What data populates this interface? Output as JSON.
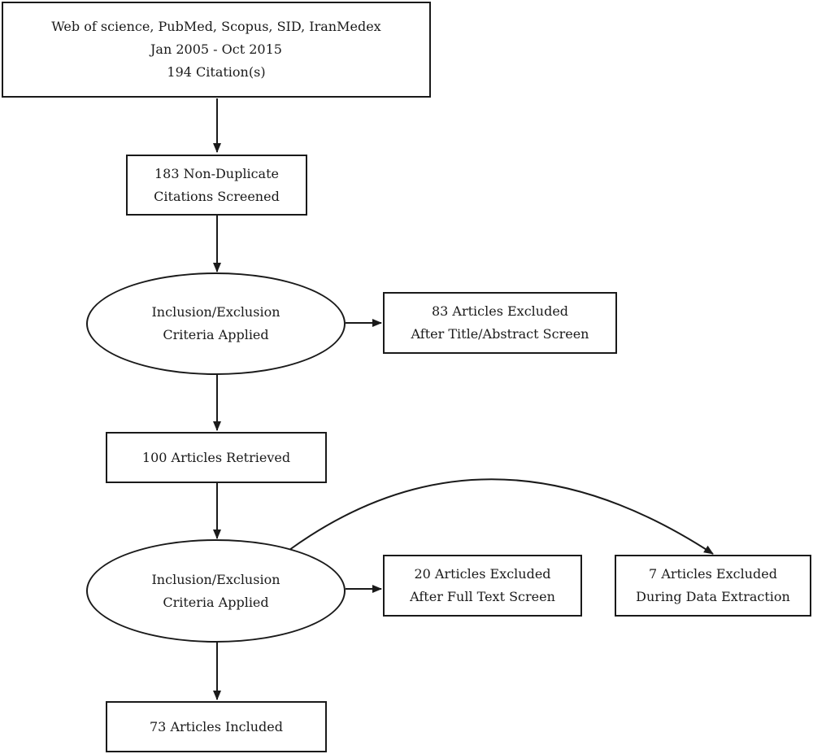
{
  "diagram": {
    "nodes": {
      "sources": {
        "lines": [
          "Web of science, PubMed, Scopus, SID, IranMedex",
          "Jan 2005 - Oct 2015",
          "194 Citation(s)"
        ]
      },
      "screened": {
        "lines": [
          "183 Non-Duplicate",
          "Citations Screened"
        ]
      },
      "criteria_1": {
        "lines": [
          "Inclusion/Exclusion",
          "Criteria Applied"
        ]
      },
      "excluded_title_abstract": {
        "lines": [
          "83 Articles Excluded",
          "After Title/Abstract Screen"
        ]
      },
      "retrieved": {
        "lines": [
          "100 Articles Retrieved"
        ]
      },
      "criteria_2": {
        "lines": [
          "Inclusion/Exclusion",
          "Criteria Applied"
        ]
      },
      "excluded_full_text": {
        "lines": [
          "20 Articles Excluded",
          "After Full Text Screen"
        ]
      },
      "excluded_data_extraction": {
        "lines": [
          "7 Articles Excluded",
          "During Data Extraction"
        ]
      },
      "included": {
        "lines": [
          "73 Articles Included"
        ]
      }
    },
    "edges": [
      {
        "from": "sources",
        "to": "screened"
      },
      {
        "from": "screened",
        "to": "criteria_1"
      },
      {
        "from": "criteria_1",
        "to": "excluded_title_abstract"
      },
      {
        "from": "criteria_1",
        "to": "retrieved"
      },
      {
        "from": "retrieved",
        "to": "criteria_2"
      },
      {
        "from": "criteria_2",
        "to": "excluded_full_text"
      },
      {
        "from": "criteria_2",
        "to": "excluded_data_extraction"
      },
      {
        "from": "criteria_2",
        "to": "included"
      }
    ],
    "colors": {
      "stroke": "#1a1a1a",
      "background": "#ffffff"
    }
  }
}
